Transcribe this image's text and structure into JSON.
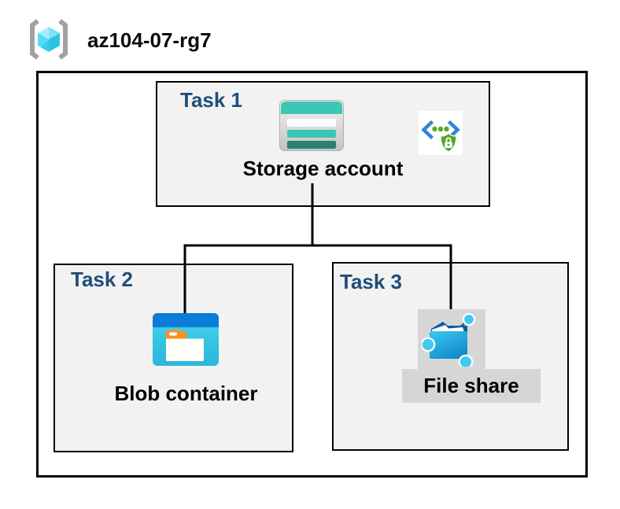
{
  "header": {
    "title": "az104-07-rg7",
    "icon": "resource-group-icon"
  },
  "tasks": [
    {
      "label": "Task 1",
      "resource": "Storage account",
      "icons": [
        "storage-account-icon",
        "secure-access-sas-icon"
      ]
    },
    {
      "label": "Task 2",
      "resource": "Blob container",
      "icons": [
        "blob-container-icon"
      ]
    },
    {
      "label": "Task 3",
      "resource": "File share",
      "icons": [
        "file-share-icon"
      ]
    }
  ],
  "connections": [
    {
      "from": "Storage account",
      "to": "Blob container"
    },
    {
      "from": "Storage account",
      "to": "File share"
    }
  ],
  "colors": {
    "task_label": "#1f4e79",
    "box_fill": "#f2f2f2",
    "box_border": "#000000",
    "highlight_gray": "#d6d6d6",
    "storage_teal": "#3cc6b4",
    "storage_teal_dark": "#298173",
    "blob_bar_blue": "#0b7cd8",
    "blob_body_cyan": "#35c5e8",
    "folder_tab_orange": "#f6941f",
    "fileshare_blue": "#1591d2",
    "fileshare_flap_navy": "#0b5c9e",
    "node_cyan": "#3ec9f4",
    "shield_green": "#56a52b",
    "chevron_blue": "#2e86d1",
    "cube_cyan_light": "#a6eefb",
    "cube_cyan_dark": "#2bc3e3",
    "bracket_gray": "#a2a2a2"
  }
}
